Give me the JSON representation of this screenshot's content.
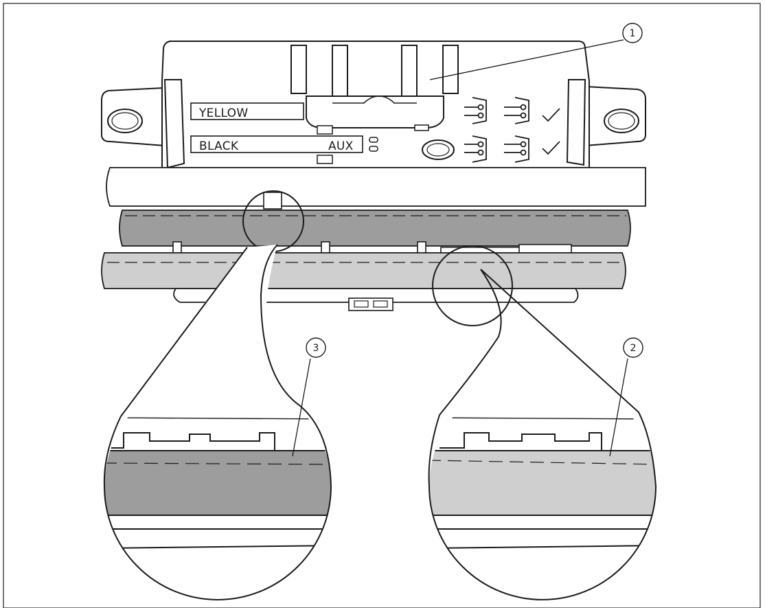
{
  "device_labels": {
    "yellow": "YELLOW",
    "black": "BLACK",
    "aux": "AUX"
  },
  "callouts": {
    "one": "1",
    "two": "2",
    "three": "3"
  },
  "colors": {
    "line": "#1a1a1a",
    "dark_cable": "#9d9d9d",
    "light_cable": "#cfcfcf",
    "background": "#ffffff"
  }
}
